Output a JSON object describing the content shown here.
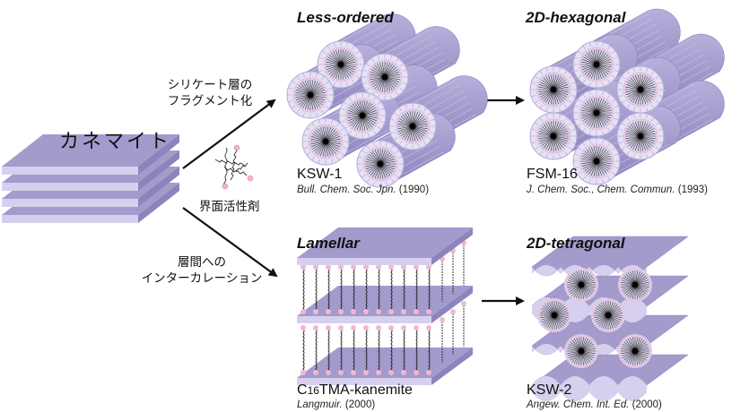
{
  "source": {
    "label": "カネマイト"
  },
  "surfactant": {
    "label": "界面活性剤"
  },
  "paths": {
    "upper": {
      "line1": "シリケート層の",
      "line2": "フラグメント化"
    },
    "lower": {
      "line1": "層間への",
      "line2": "インターカレーション"
    }
  },
  "structures": {
    "less_ordered": {
      "title": "Less-ordered",
      "name": "KSW-1",
      "journal": "Bull. Chem. Soc. Jpn.",
      "year": "(1990)"
    },
    "hexagonal": {
      "title": "2D-hexagonal",
      "name": "FSM-16",
      "journal": "J. Chem. Soc., Chem. Commun.",
      "year": "(1993)"
    },
    "lamellar": {
      "title": "Lamellar",
      "name_prefix": "C",
      "name_sub": "16",
      "name_suffix": "TMA-kanemite",
      "journal": "Langmuir.",
      "year": "(2000)"
    },
    "tetragonal": {
      "title": "2D-tetragonal",
      "name": "KSW-2",
      "journal": "Angew. Chem. Int. Ed.",
      "year": "(2000)"
    }
  },
  "colors": {
    "sheet_top": "#a39bcc",
    "sheet_side": "#d6d0ee",
    "sheet_edge": "#8d84be",
    "head_group": "#f2b6d2",
    "tail": "#222222",
    "arrow": "#111111"
  }
}
